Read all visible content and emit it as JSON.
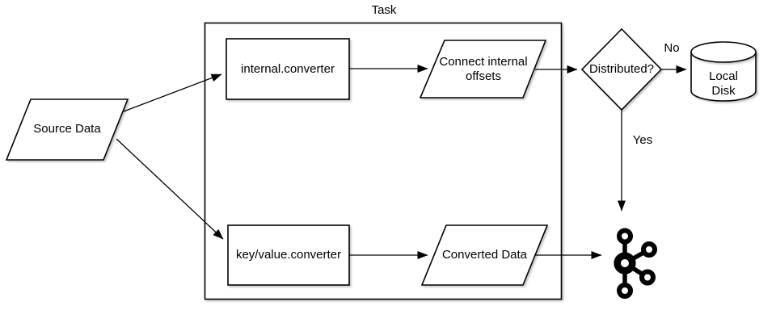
{
  "diagram": {
    "task_container": {
      "label": "Task"
    },
    "nodes": {
      "source_data": {
        "label": "Source Data",
        "shape": "parallelogram"
      },
      "internal_converter": {
        "label": "internal.converter",
        "shape": "rectangle"
      },
      "connect_internal_offsets": {
        "label": "Connect internal\noffsets",
        "shape": "parallelogram"
      },
      "key_value_converter": {
        "label": "key/value.converter",
        "shape": "rectangle"
      },
      "converted_data": {
        "label": "Converted Data",
        "shape": "parallelogram"
      },
      "distributed_decision": {
        "label": "Distributed?",
        "shape": "diamond"
      },
      "local_disk": {
        "label": "Local\nDisk",
        "shape": "cylinder"
      }
    },
    "edge_labels": {
      "no": "No",
      "yes": "Yes"
    },
    "icons": {
      "kafka": "kafka-logo"
    },
    "colors": {
      "stroke": "#000000",
      "fill": "#ffffff",
      "shadow": "rgba(0,0,0,0.22)",
      "background": "#ffffff"
    }
  }
}
